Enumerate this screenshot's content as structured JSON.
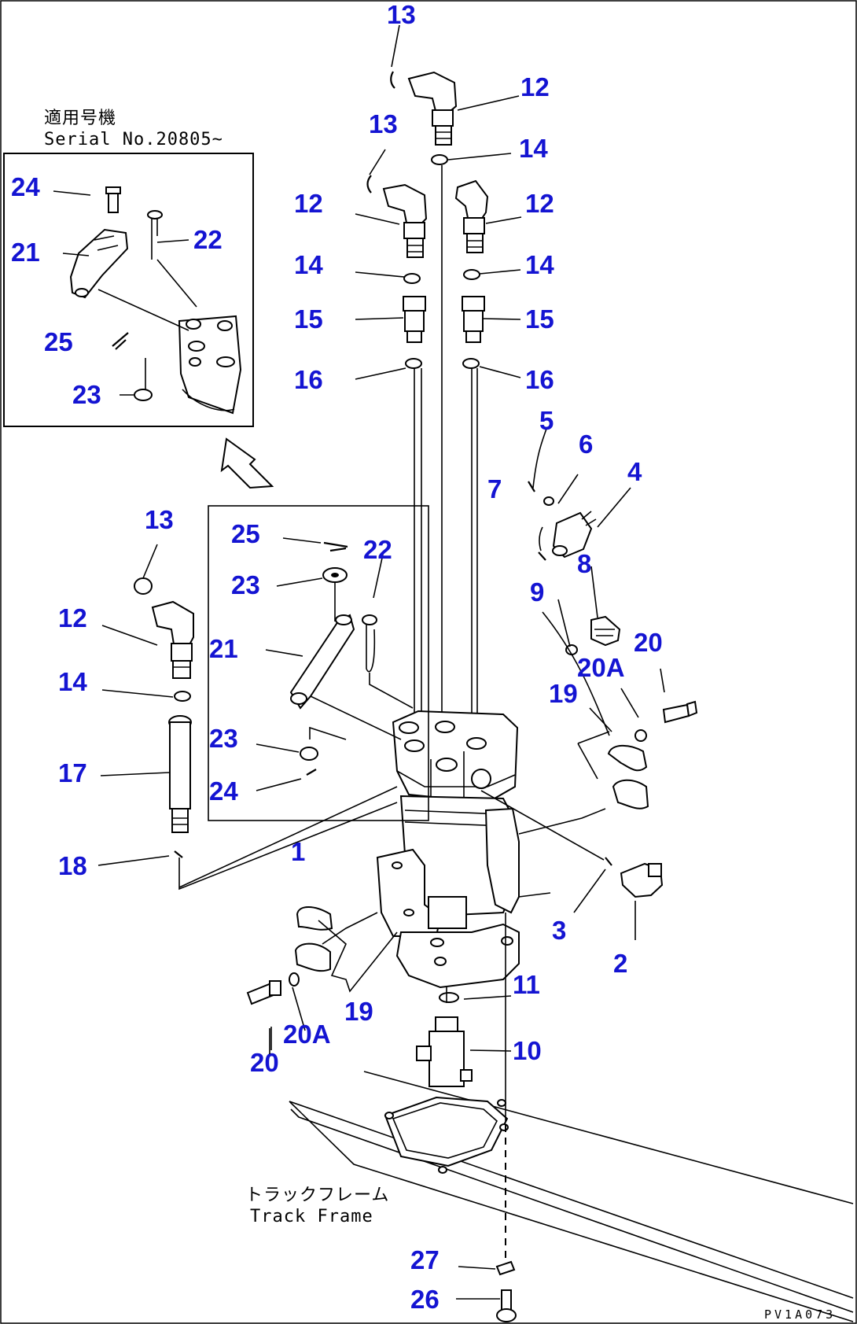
{
  "diagram": {
    "inset_caption_ja": "適用号機",
    "inset_caption_en": "Serial No.20805~",
    "frame_caption_ja": "トラックフレーム",
    "frame_caption_en": "Track Frame",
    "drawing_code": "PV1A073"
  },
  "callouts": [
    {
      "id": "c13a",
      "text": "13"
    },
    {
      "id": "c12a",
      "text": "12"
    },
    {
      "id": "c13b",
      "text": "13"
    },
    {
      "id": "c14a",
      "text": "14"
    },
    {
      "id": "c12b",
      "text": "12"
    },
    {
      "id": "c12c",
      "text": "12"
    },
    {
      "id": "c14b",
      "text": "14"
    },
    {
      "id": "c14c",
      "text": "14"
    },
    {
      "id": "c15a",
      "text": "15"
    },
    {
      "id": "c15b",
      "text": "15"
    },
    {
      "id": "c16a",
      "text": "16"
    },
    {
      "id": "c16b",
      "text": "16"
    },
    {
      "id": "c24a",
      "text": "24"
    },
    {
      "id": "c22a",
      "text": "22"
    },
    {
      "id": "c21a",
      "text": "21"
    },
    {
      "id": "c25a",
      "text": "25"
    },
    {
      "id": "c23a",
      "text": "23"
    },
    {
      "id": "c5",
      "text": "5"
    },
    {
      "id": "c6",
      "text": "6"
    },
    {
      "id": "c4",
      "text": "4"
    },
    {
      "id": "c7",
      "text": "7"
    },
    {
      "id": "c8",
      "text": "8"
    },
    {
      "id": "c9",
      "text": "9"
    },
    {
      "id": "c20a",
      "text": "20"
    },
    {
      "id": "c20Aa",
      "text": "20A"
    },
    {
      "id": "c19a",
      "text": "19"
    },
    {
      "id": "c13c",
      "text": "13"
    },
    {
      "id": "c25b",
      "text": "25"
    },
    {
      "id": "c22b",
      "text": "22"
    },
    {
      "id": "c23b",
      "text": "23"
    },
    {
      "id": "c12d",
      "text": "12"
    },
    {
      "id": "c21b",
      "text": "21"
    },
    {
      "id": "c14d",
      "text": "14"
    },
    {
      "id": "c23c",
      "text": "23"
    },
    {
      "id": "c24b",
      "text": "24"
    },
    {
      "id": "c17",
      "text": "17"
    },
    {
      "id": "c18",
      "text": "18"
    },
    {
      "id": "c1",
      "text": "1"
    },
    {
      "id": "c3",
      "text": "3"
    },
    {
      "id": "c2",
      "text": "2"
    },
    {
      "id": "c11",
      "text": "11"
    },
    {
      "id": "c19b",
      "text": "19"
    },
    {
      "id": "c20Ab",
      "text": "20A"
    },
    {
      "id": "c20b",
      "text": "20"
    },
    {
      "id": "c10",
      "text": "10"
    },
    {
      "id": "c27",
      "text": "27"
    },
    {
      "id": "c26",
      "text": "26"
    }
  ]
}
